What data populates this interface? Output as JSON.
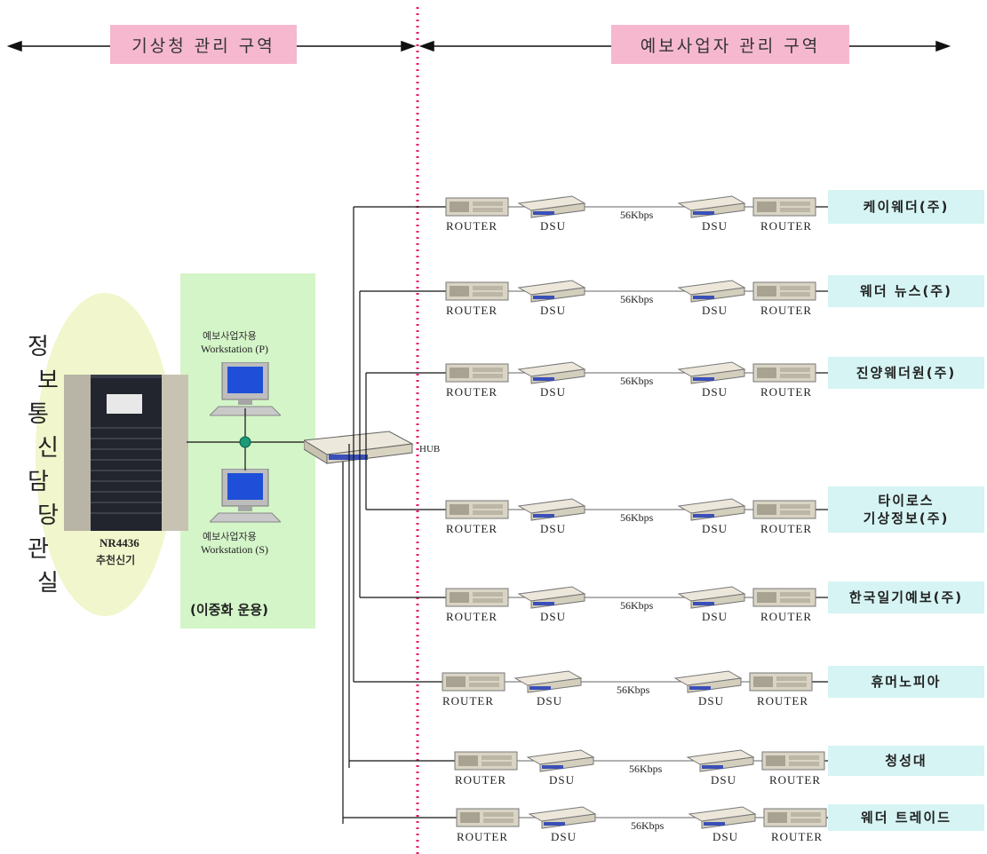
{
  "regions": {
    "left_label": "기상청 관리 구역",
    "right_label": "예보사업자 관리 구역"
  },
  "office": {
    "vertical_label": "정보통신담당관실"
  },
  "server": {
    "model": "NR4436",
    "name": "추천신기"
  },
  "workstations": {
    "primary_label_line1": "예보사업자용",
    "primary_label_line2": "Workstation (P)",
    "secondary_label_line1": "예보사업자용",
    "secondary_label_line2": "Workstation (S)",
    "redundancy_label": "(이중화 운용)"
  },
  "hub": {
    "label": "HUB"
  },
  "links": [
    {
      "router_left": "ROUTER",
      "dsu_left": "DSU",
      "speed": "56Kbps",
      "dsu_right": "DSU",
      "router_right": "ROUTER",
      "client": "케이웨더(주)"
    },
    {
      "router_left": "ROUTER",
      "dsu_left": "DSU",
      "speed": "56Kbps",
      "dsu_right": "DSU",
      "router_right": "ROUTER",
      "client": "웨더 뉴스(주)"
    },
    {
      "router_left": "ROUTER",
      "dsu_left": "DSU",
      "speed": "56Kbps",
      "dsu_right": "DSU",
      "router_right": "ROUTER",
      "client": "진양웨더원(주)"
    },
    {
      "router_left": "ROUTER",
      "dsu_left": "DSU",
      "speed": "56Kbps",
      "dsu_right": "DSU",
      "router_right": "ROUTER",
      "client": "타이로스\n기상정보(주)"
    },
    {
      "router_left": "ROUTER",
      "dsu_left": "DSU",
      "speed": "56Kbps",
      "dsu_right": "DSU",
      "router_right": "ROUTER",
      "client": "한국일기예보(주)"
    },
    {
      "router_left": "ROUTER",
      "dsu_left": "DSU",
      "speed": "56Kbps",
      "dsu_right": "DSU",
      "router_right": "ROUTER",
      "client": "휴머노피아"
    },
    {
      "router_left": "ROUTER",
      "dsu_left": "DSU",
      "speed": "56Kbps",
      "dsu_right": "DSU",
      "router_right": "ROUTER",
      "client": "청성대"
    },
    {
      "router_left": "ROUTER",
      "dsu_left": "DSU",
      "speed": "56Kbps",
      "dsu_right": "DSU",
      "router_right": "ROUTER",
      "client": "웨더 트레이드"
    }
  ],
  "colors": {
    "region_label_bg": "#f5b8cf",
    "client_box_bg": "#d6f4f4",
    "workstation_zone_bg": "#d4f5c8",
    "office_ellipse_bg": "#f1f6cc",
    "boundary_line": "#e8176b",
    "node_dot": "#1a9a78"
  }
}
